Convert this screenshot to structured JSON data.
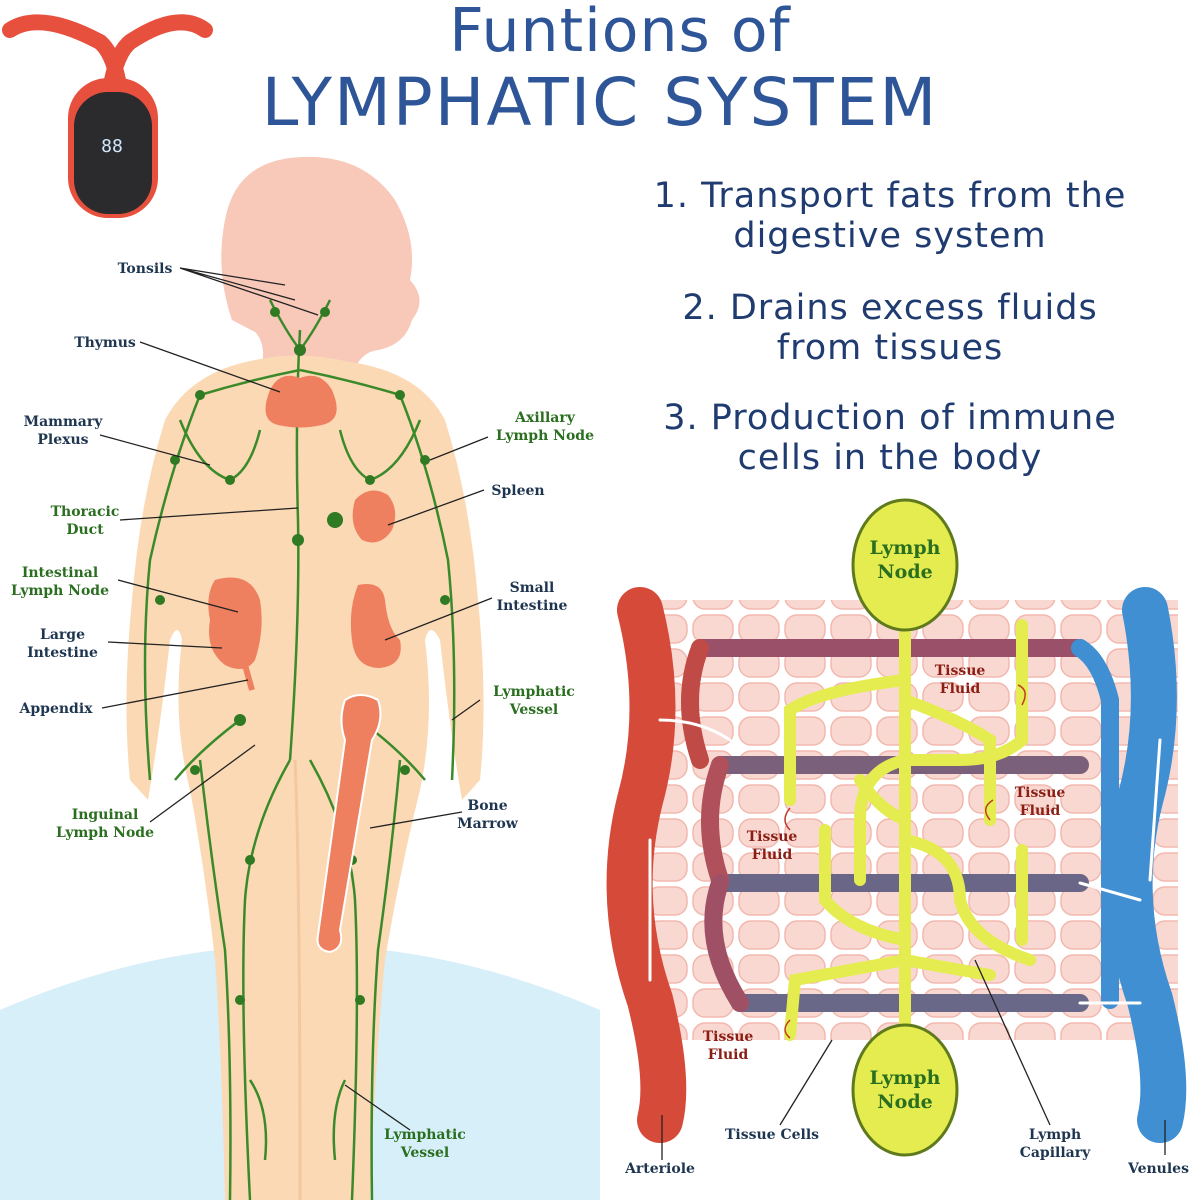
{
  "title": {
    "line1": "Funtions of",
    "line2": "LYMPHATIC SYSTEM"
  },
  "device": {
    "display": "88"
  },
  "functions": [
    {
      "line1": "1. Transport fats from the",
      "line2": "digestive system"
    },
    {
      "line1": "2. Drains excess fluids",
      "line2": "from tissues"
    },
    {
      "line1": "3. Production of immune",
      "line2": "cells in the body"
    }
  ],
  "body_labels": {
    "tonsils": "Tonsils",
    "thymus": "Thymus",
    "mammary_plexus": "Mammary\nPlexus",
    "thoracic_duct": "Thoracic\nDuct",
    "intestinal_lymph_node": "Intestinal\nLymph Node",
    "large_intestine": "Large\nIntestine",
    "appendix": "Appendix",
    "inguinal_lymph_node": "Inguinal\nLymph Node",
    "axillary_lymph_node": "Axillary\nLymph Node",
    "spleen": "Spleen",
    "small_intestine": "Small\nIntestine",
    "lymphatic_vessel_right": "Lymphatic\nVessel",
    "bone_marrow": "Bone\nMarrow",
    "lymphatic_vessel_bottom": "Lymphatic\nVessel"
  },
  "capillary_labels": {
    "lymph_node_top": "Lymph\nNode",
    "lymph_node_bottom": "Lymph\nNode",
    "tissue_fluid_1": "Tissue\nFluid",
    "tissue_fluid_2": "Tissue\nFluid",
    "tissue_fluid_3": "Tissue\nFluid",
    "tissue_fluid_4": "Tissue\nFluid",
    "arteriole": "Arteriole",
    "tissue_cells": "Tissue Cells",
    "lymph_capillary": "Lymph\nCapillary",
    "venules": "Venules"
  },
  "colors": {
    "title": "#2e5597",
    "body_skin": "#fbd9b5",
    "head_skin": "#f8c8b8",
    "lymph_green": "#3b8a2a",
    "organ": "#ee8060",
    "artery": "#d64a3a",
    "vein": "#3f8fd2",
    "lymph_yellow": "#e4ec50",
    "cells": "#f9d6d0"
  }
}
